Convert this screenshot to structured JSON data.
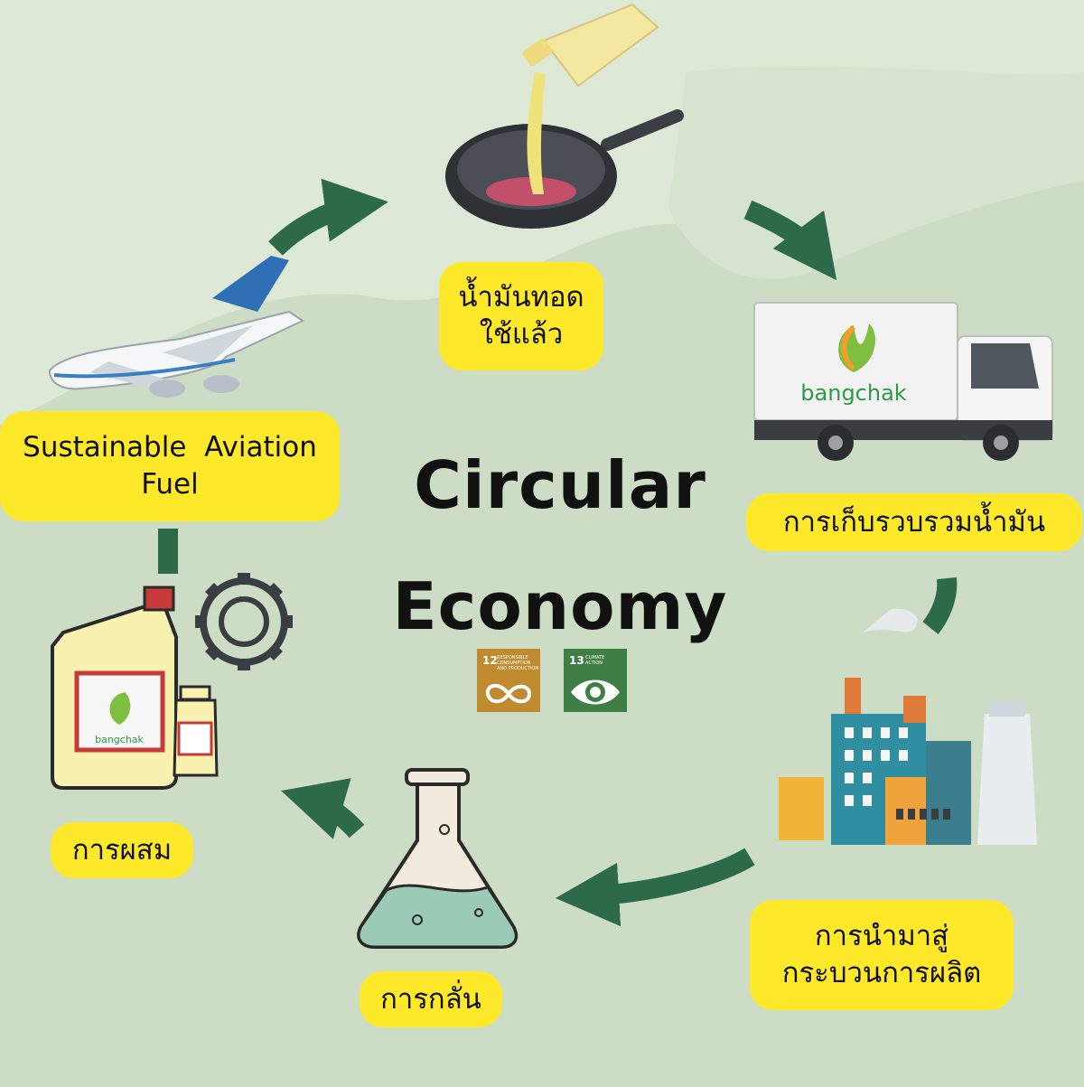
{
  "title": {
    "line1": "Circular",
    "line2": "Economy"
  },
  "steps": [
    {
      "id": "used-oil",
      "lines": [
        "น้ำมันทอด",
        "ใช้แล้ว"
      ]
    },
    {
      "id": "collection",
      "lines": [
        "การเก็บรวบรวมน้ำมัน"
      ]
    },
    {
      "id": "production",
      "lines": [
        "การนำมาสู่",
        "กระบวนการผลิต"
      ]
    },
    {
      "id": "distillation",
      "lines": [
        "การกลั่น"
      ]
    },
    {
      "id": "blending",
      "lines": [
        "การผสม"
      ]
    },
    {
      "id": "saf",
      "lines": [
        "Sustainable  Aviation",
        "Fuel"
      ]
    }
  ],
  "truck_brand": "bangchak",
  "jug_brand": "bangchak",
  "sdg": [
    {
      "number": "12",
      "line1": "RESPONSIBLE",
      "line2": "CONSUMPTION",
      "line3": "AND PRODUCTION",
      "color": "#bf8b2e",
      "icon": "infinity-icon"
    },
    {
      "number": "13",
      "line1": "CLIMATE",
      "line2": "ACTION",
      "color": "#3f7e44",
      "icon": "earth-eye-icon"
    }
  ],
  "colors": {
    "background": "#dde8d6",
    "blob": "#c9d9c1",
    "arrow": "#2d6a4a",
    "label": "#fde92a"
  }
}
